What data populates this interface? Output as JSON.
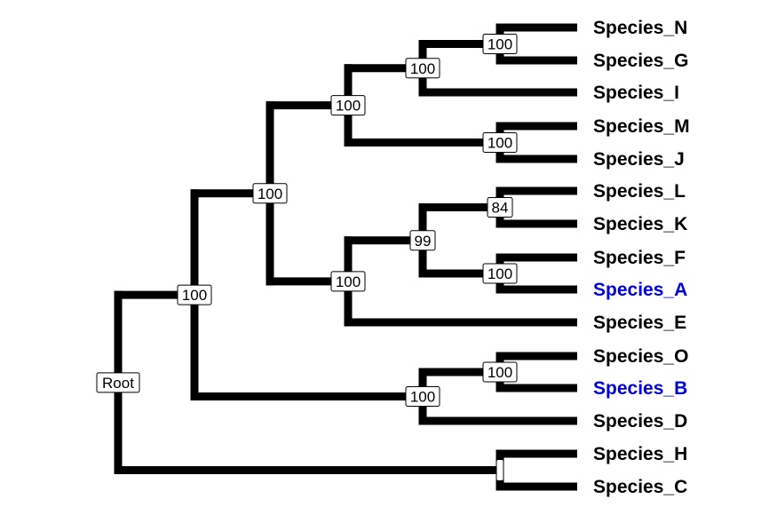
{
  "tree": {
    "colors": {
      "branch": "#000000",
      "tip_default": "#000000",
      "tip_highlight": "#0000dd",
      "label_bg": "#ffffff"
    },
    "tips": [
      {
        "name": "Species_N",
        "color": "#000000"
      },
      {
        "name": "Species_G",
        "color": "#000000"
      },
      {
        "name": "Species_I",
        "color": "#000000"
      },
      {
        "name": "Species_M",
        "color": "#000000"
      },
      {
        "name": "Species_J",
        "color": "#000000"
      },
      {
        "name": "Species_L",
        "color": "#000000"
      },
      {
        "name": "Species_K",
        "color": "#000000"
      },
      {
        "name": "Species_F",
        "color": "#000000"
      },
      {
        "name": "Species_A",
        "color": "#0000dd"
      },
      {
        "name": "Species_E",
        "color": "#000000"
      },
      {
        "name": "Species_O",
        "color": "#000000"
      },
      {
        "name": "Species_B",
        "color": "#0000dd"
      },
      {
        "name": "Species_D",
        "color": "#000000"
      },
      {
        "name": "Species_H",
        "color": "#000000"
      },
      {
        "name": "Species_C",
        "color": "#000000"
      }
    ],
    "node_labels": {
      "root": "Root",
      "n1": "100",
      "n2": "100",
      "n3": "100",
      "n4": "100",
      "n5": "100",
      "n6": "100",
      "n7": "100",
      "n8": "99",
      "n9": "84",
      "n10": "100",
      "n11": "100",
      "n12": "100",
      "n13": ""
    }
  }
}
